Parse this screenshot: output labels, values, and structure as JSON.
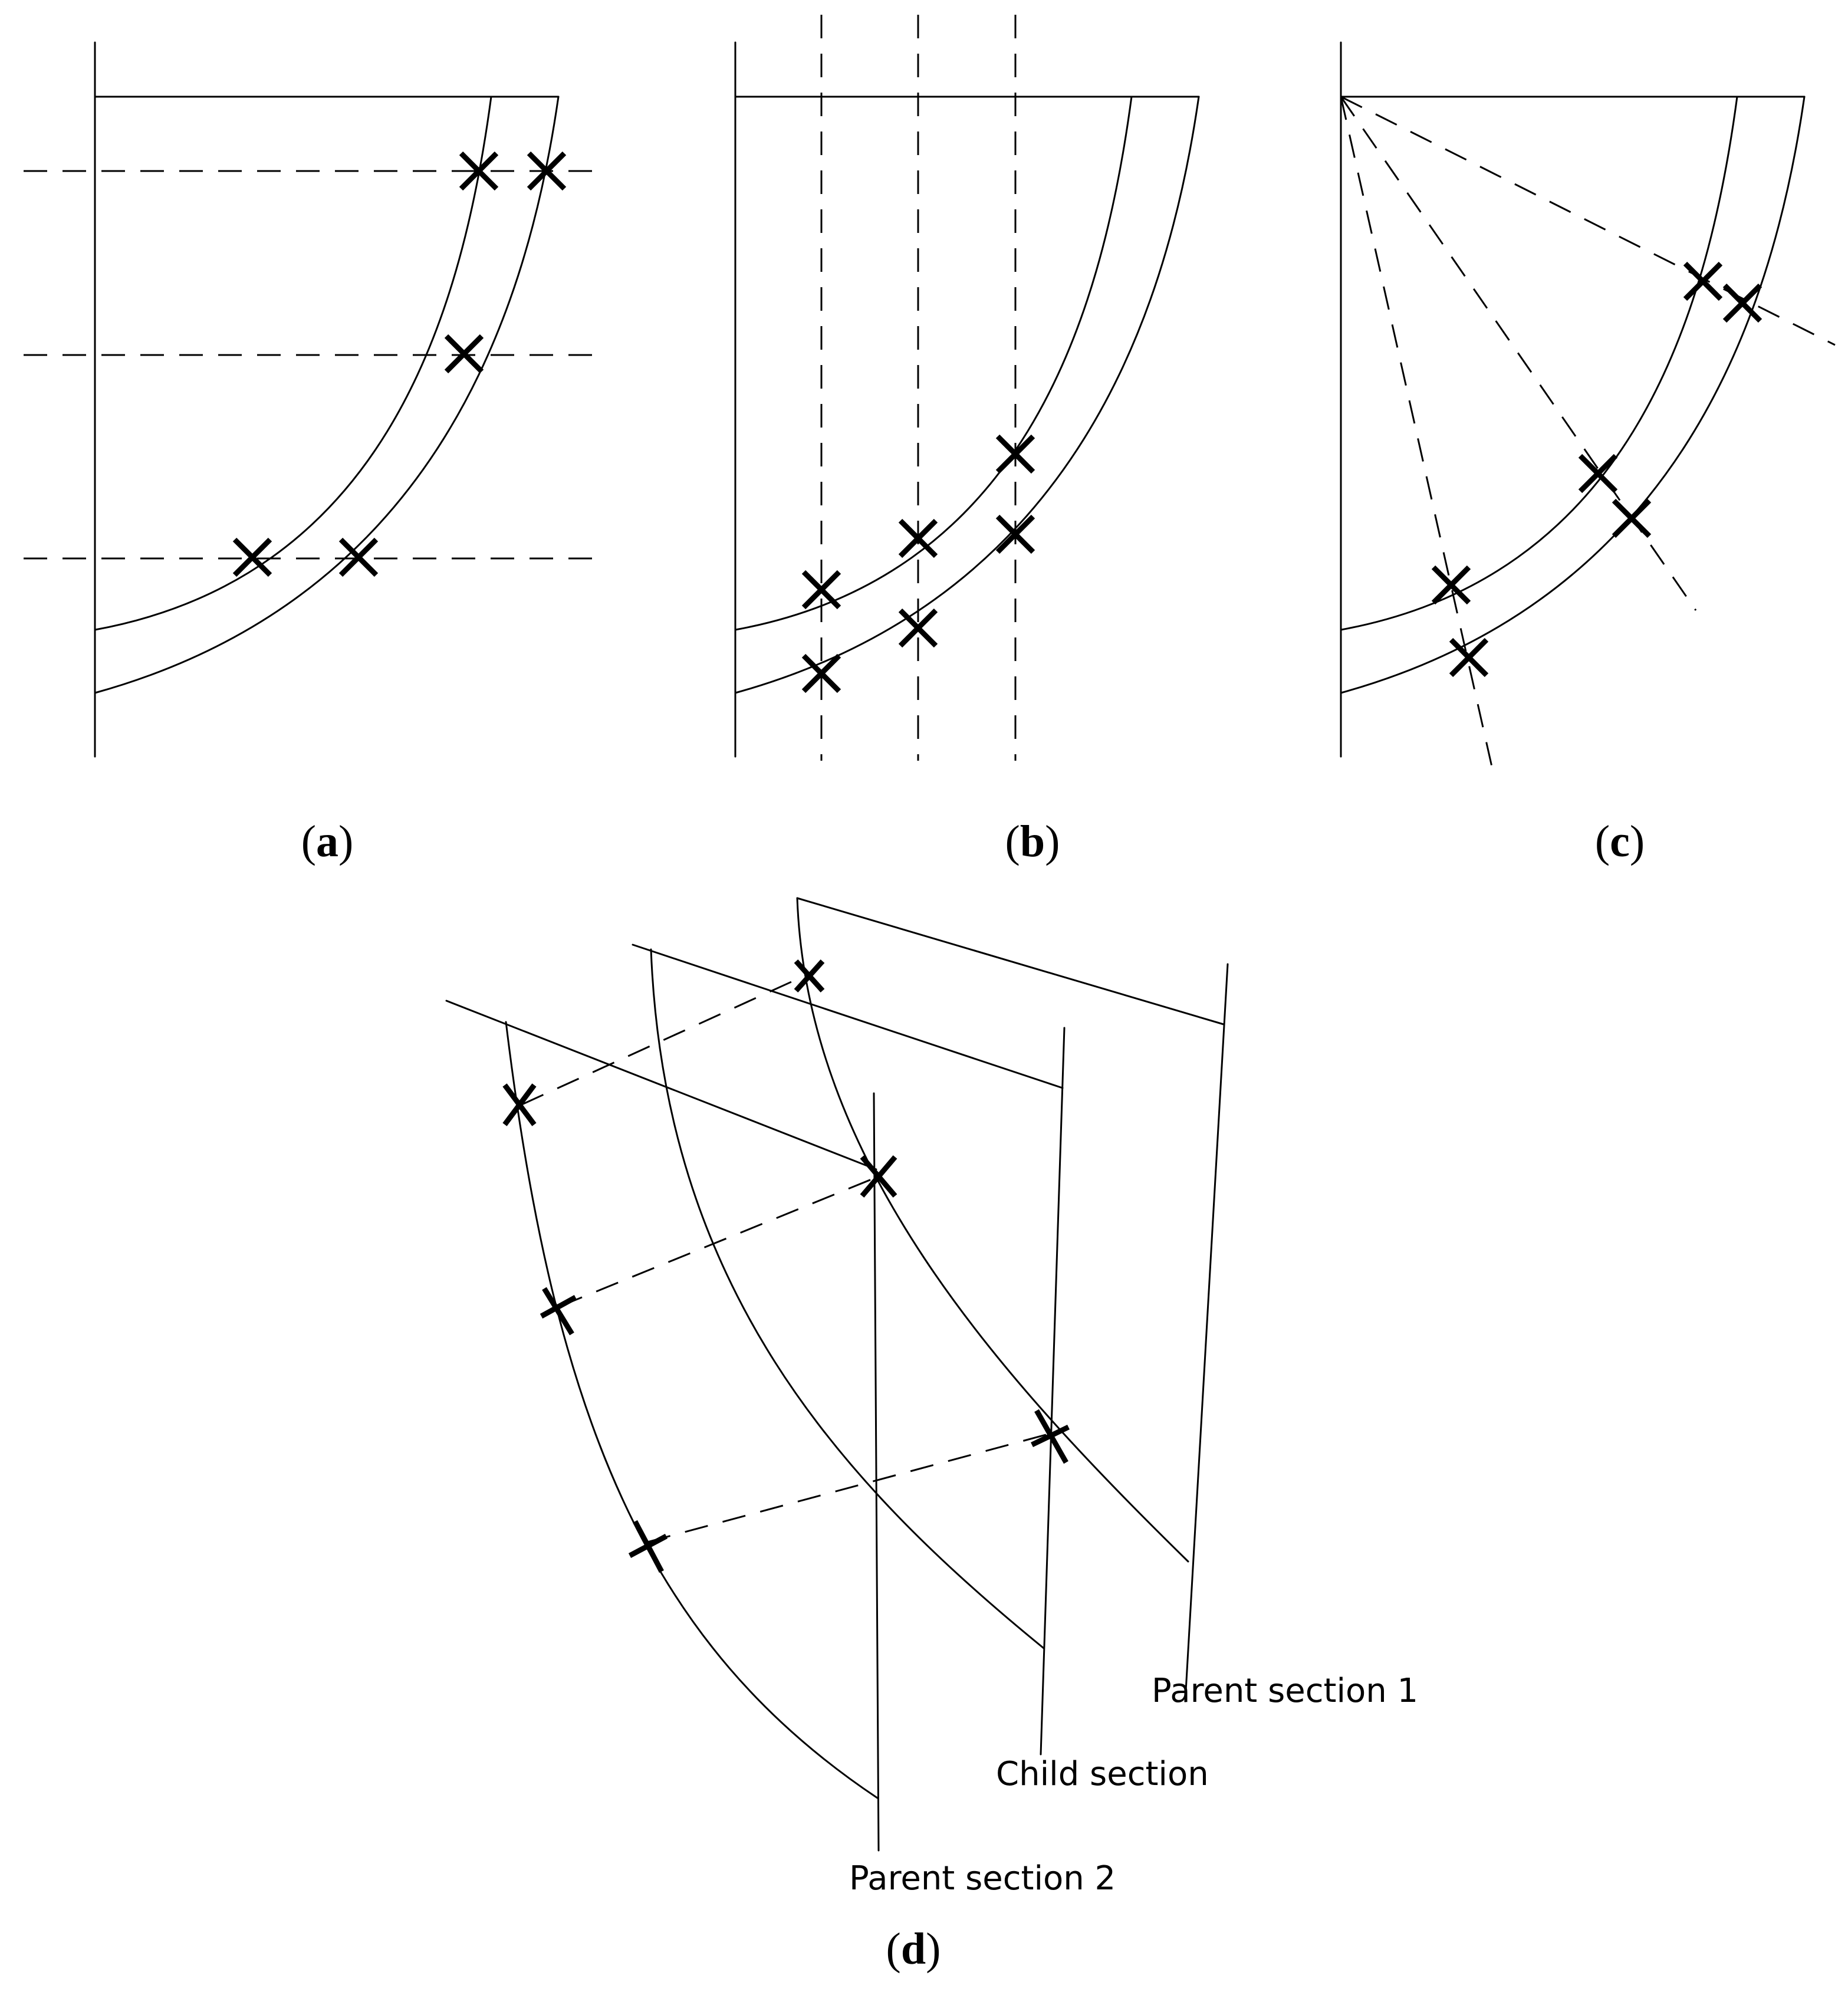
{
  "panels": {
    "a": {
      "caption_open": "(",
      "caption_letter": "a",
      "caption_close": ")"
    },
    "b": {
      "caption_open": "(",
      "caption_letter": "b",
      "caption_close": ")"
    },
    "c": {
      "caption_open": "(",
      "caption_letter": "c",
      "caption_close": ")"
    },
    "d": {
      "caption_open": "(",
      "caption_letter": "d",
      "caption_close": ")"
    }
  },
  "labels": {
    "parent_section_1": "Parent section 1",
    "child_section": "Child section",
    "parent_section_2": "Parent section 2"
  }
}
